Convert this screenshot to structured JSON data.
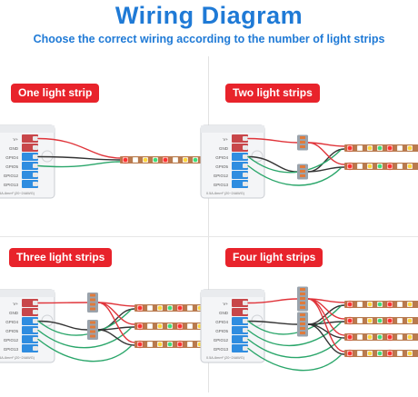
{
  "header": {
    "title": "Wiring Diagram",
    "subtitle": "Choose the correct wiring according to the number of light strips"
  },
  "controller": {
    "pins": [
      "V+",
      "GND",
      "GPIO4",
      "GPIO5",
      "GPIO12",
      "GPIO13"
    ],
    "spec": "0.5A-6mm² (20~24AWG)"
  },
  "panels": [
    {
      "label": "One light strip",
      "strips": 1
    },
    {
      "label": "Two light strips",
      "strips": 2
    },
    {
      "label": "Three light strips",
      "strips": 3
    },
    {
      "label": "Four light strips",
      "strips": 4
    }
  ],
  "colors": {
    "title": "#1f7ad6",
    "label_bg": "#e8232b",
    "wire_red": "#e0343a",
    "wire_black": "#333333",
    "wire_green": "#2aa66a",
    "terminal_blue": "#2f8de0",
    "terminal_red": "#c8474a",
    "strip_base": "#b97a4e"
  }
}
